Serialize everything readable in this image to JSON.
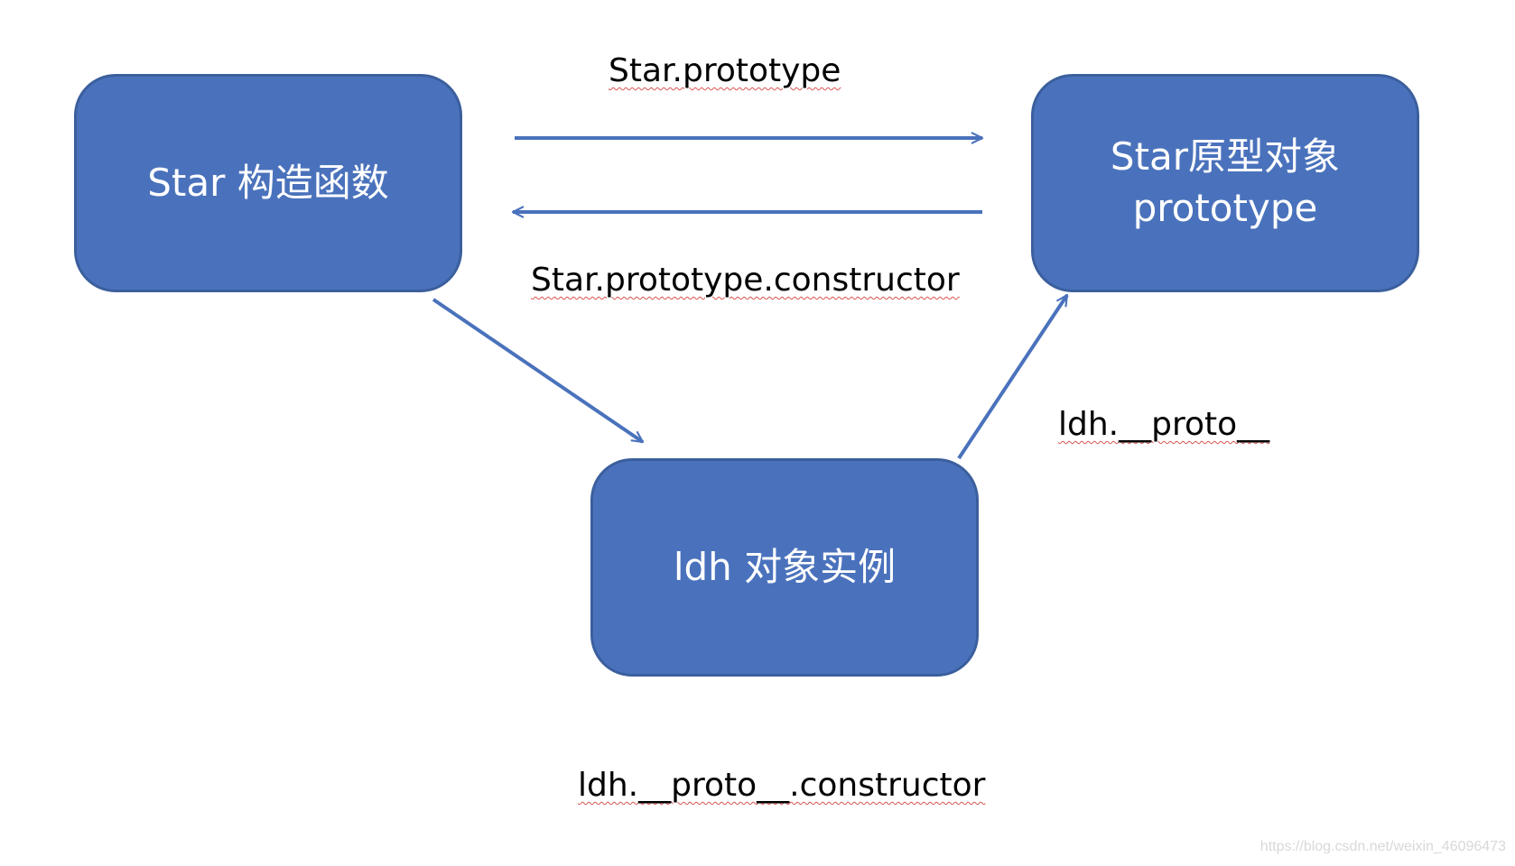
{
  "nodes": {
    "constructor": {
      "line1": "Star 构造函数",
      "line2": ""
    },
    "prototype": {
      "line1": "Star原型对象",
      "line2": "prototype"
    },
    "instance": {
      "line1": "ldh 对象实例",
      "line2": ""
    }
  },
  "edge_labels": {
    "star_prototype": "Star.prototype",
    "prototype_constructor": "Star.prototype.constructor",
    "ldh_proto": "ldh.__proto__",
    "ldh_proto_constructor": "ldh.__proto__.constructor"
  },
  "colors": {
    "box_fill": "#4a72bc",
    "box_border": "#3b5f9d",
    "arrow": "#4a72bc",
    "spellcheck_underline": "#d9534f"
  },
  "watermark": "https://blog.csdn.net/weixin_46096473"
}
